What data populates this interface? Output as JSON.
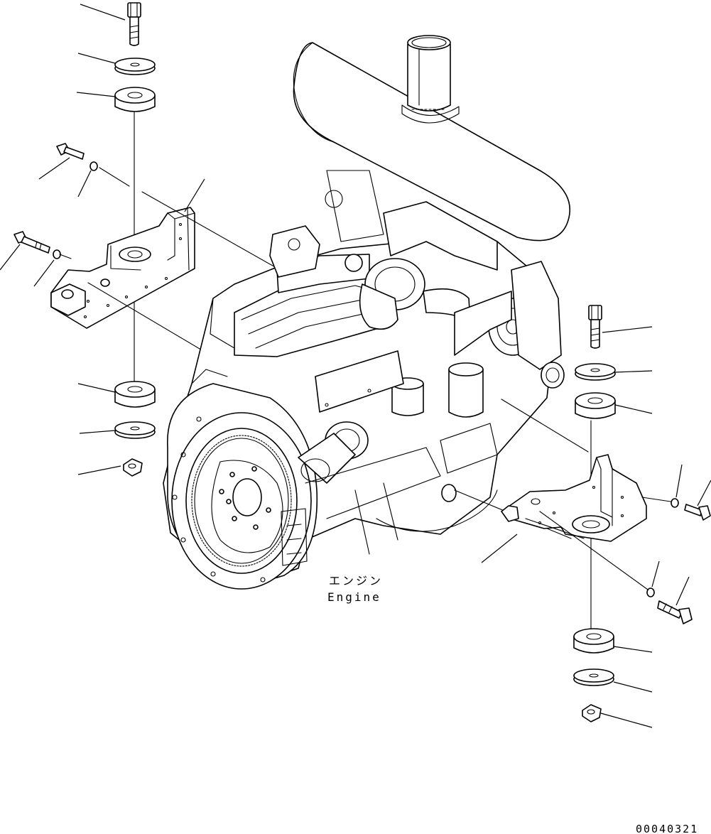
{
  "engine_label": {
    "japanese": "エンジン",
    "english": "Engine"
  },
  "drawing_number": "00040321"
}
